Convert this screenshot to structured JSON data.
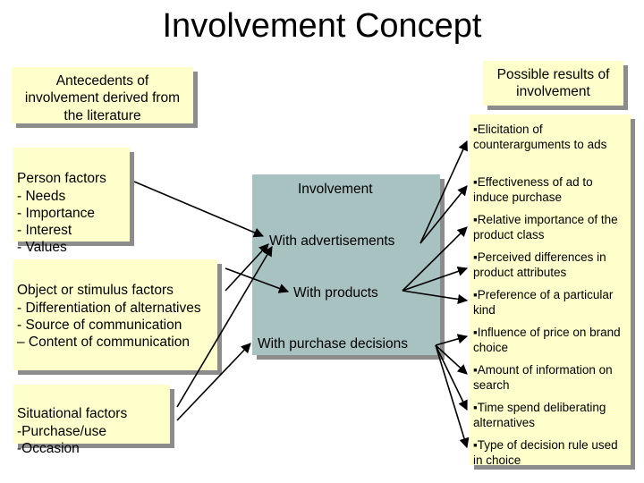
{
  "title": "Involvement Concept",
  "antecedents_header": "Antecedents of involvement derived from the literature",
  "results_header": "Possible results of involvement",
  "person_factors": "Person factors\n- Needs\n- Importance\n- Interest\n- Values",
  "object_factors": "Object or stimulus factors\n- Differentiation of alternatives\n- Source of communication\n– Content of communication",
  "situational_factors": "Situational factors\n-Purchase/use\n-Occasion",
  "involvement": {
    "heading": "Involvement",
    "with_ads": "With advertisements",
    "with_products": "With products",
    "with_purchase": "With purchase decisions"
  },
  "results": [
    "▪Elicitation of counterarguments to ads",
    "▪Effectiveness of ad to induce purchase",
    "▪Relative importance of the product class",
    "▪Perceived differences in product attributes",
    "▪Preference of a particular kind",
    "▪Influence of price on brand choice",
    "▪Amount of information on search",
    "▪Time spend deliberating alternatives",
    "▪Type of decision rule used in choice"
  ],
  "colors": {
    "box_fill": "#ffffcc",
    "involvement_fill": "#a8c2c2",
    "shadow": "#8c8c8c",
    "arrow": "#000000"
  }
}
